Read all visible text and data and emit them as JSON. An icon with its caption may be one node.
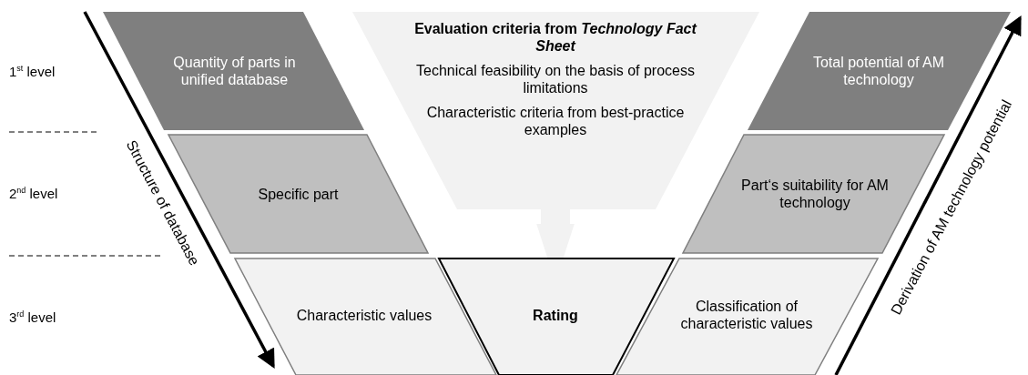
{
  "diagram": {
    "nodes": [
      {
        "text": [
          "Quantity of parts in unified database"
        ]
      },
      {
        "text": [
          "Specific part"
        ]
      },
      {
        "text": [
          "Characteristic values"
        ]
      },
      {
        "text": [
          "Evaluation criteria from *Technology Fact Sheet*",
          "Technical feasibility on the basis of process limitations",
          "Characteristic criteria from best-practice examples"
        ]
      },
      {
        "text": [
          "Rating"
        ]
      },
      {
        "text": [
          "Total potential of AM technology"
        ]
      },
      {
        "text": [
          "Part‘s suitability for AM technology"
        ]
      },
      {
        "text": [
          "Classification of characteristic values"
        ]
      }
    ],
    "edges": [
      {
        "from": 3,
        "to": 4,
        "arrow": "to"
      }
    ],
    "labels": [
      "1$^{st}$ level",
      "Structure of database",
      "Derivation of AM technology potential",
      "2$^{nd}$ level",
      "3$^{rd}$ level"
    ]
  }
}
